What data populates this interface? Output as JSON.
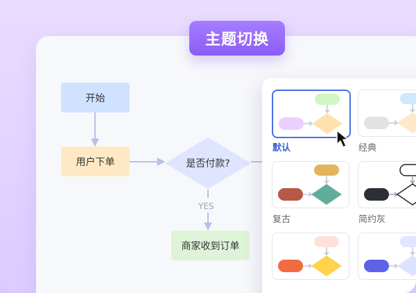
{
  "header": {
    "title": "主题切换"
  },
  "flowchart": {
    "start": "开始",
    "place_order": "用户下单",
    "decision": "是否付款?",
    "yes_label": "YES",
    "merchant_receive": "商家收到订单"
  },
  "themes": [
    {
      "label": "默认",
      "selected": true,
      "colors": {
        "top": "#d2f5c5",
        "left": "#ead0ff",
        "diamond": "#ffe1ad"
      }
    },
    {
      "label": "经典",
      "selected": false,
      "colors": {
        "top": "#cde8ff",
        "left": "#e2e2e2",
        "diamond": "#ffe7c9"
      }
    },
    {
      "label": "复古",
      "selected": false,
      "colors": {
        "top": "#e2b45c",
        "left": "#b65a45",
        "diamond": "#5fae9c"
      }
    },
    {
      "label": "简约灰",
      "selected": false,
      "colors": {
        "top": "#ffffff",
        "left": "#2c2f36",
        "diamond": "#ffffff"
      }
    },
    {
      "label": "",
      "selected": false,
      "colors": {
        "top": "#ffe1dc",
        "left": "#f06b42",
        "diamond": "#ffd34a"
      }
    },
    {
      "label": "",
      "selected": false,
      "colors": {
        "top": "#e1e5ff",
        "left": "#5e62e8",
        "diamond": "#dde2ff"
      }
    }
  ],
  "colors": {
    "accent": "#8b5cf6",
    "selected_border": "#4a6ee0",
    "connector": "#b9bfe6"
  }
}
